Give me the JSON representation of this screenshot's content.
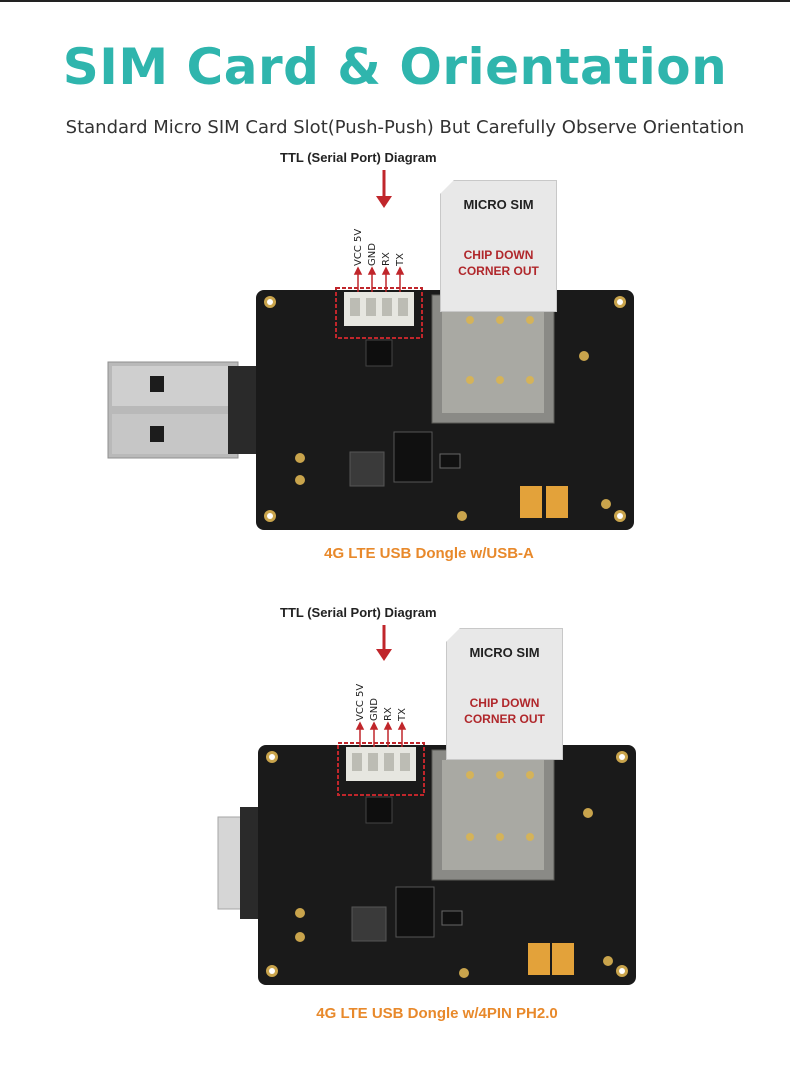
{
  "header": {
    "title": "SIM Card & Orientation",
    "subtitle": "Standard Micro SIM Card Slot(Push-Push) But Carefully Observe Orientation"
  },
  "boards": [
    {
      "ttl_label": "TTL (Serial Port) Diagram",
      "pins": [
        "VCC 5V",
        "GND",
        "RX",
        "TX"
      ],
      "sim_title": "MICRO SIM",
      "sim_chip_line1": "CHIP DOWN",
      "sim_chip_line2": "CORNER OUT",
      "caption": "4G LTE USB Dongle w/USB-A",
      "connector": "usb-a"
    },
    {
      "ttl_label": "TTL (Serial Port) Diagram",
      "pins": [
        "VCC 5V",
        "GND",
        "RX",
        "TX"
      ],
      "sim_title": "MICRO SIM",
      "sim_chip_line1": "CHIP DOWN",
      "sim_chip_line2": "CORNER OUT",
      "caption": "4G LTE USB Dongle w/4PIN PH2.0",
      "connector": "ph2.0"
    }
  ],
  "colors": {
    "title": "#2fb5ad",
    "caption": "#e8892b",
    "arrow": "#c0262b",
    "pcb": "#1a1a1a",
    "sim_chip_text": "#b0272b"
  }
}
